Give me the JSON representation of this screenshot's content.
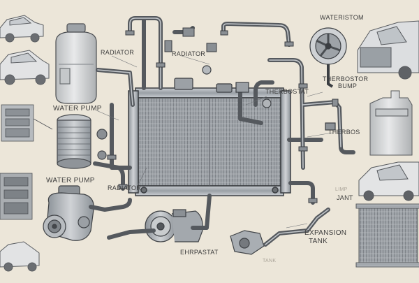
{
  "labels": {
    "radiator_top_left": "RADIATOR",
    "radiator_top_mid": "RADIATOR",
    "water_pump_upper": "WATER PUMP",
    "water_pump_lower": "WATER PUMP",
    "radiator_lower": "RADIATOR",
    "thermostat": "THERBOSTAT",
    "thermostat_pump": "THERBOSTOR",
    "thermostat_pump_sub": "BUMP",
    "thermostat_side": "THERBOS",
    "waterpump_top": "WATERISTOM",
    "jant": "JANT",
    "jant_small": "LIMP",
    "expansion_line1": "EXPANSION",
    "expansion_line2": "TANK",
    "ehrpastat": "EHRPASTAT",
    "faint_bottom": "TANK"
  },
  "colors": {
    "background": "#ece6d9",
    "line": "#4a4d52",
    "metal": "#a8adb3",
    "metal_dark": "#6f747a",
    "tank": "#d7d9da"
  }
}
